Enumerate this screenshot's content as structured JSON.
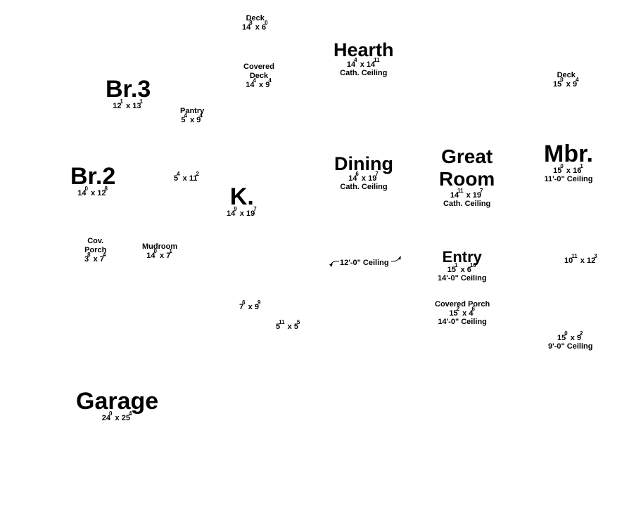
{
  "rooms": {
    "deck_top": {
      "name": "Deck",
      "w": "14",
      "w_in": "8",
      "h": "6",
      "h_in": "0"
    },
    "covered_deck": {
      "name": "Covered\nDeck",
      "line1": "Covered",
      "line2": "Deck",
      "w": "14",
      "w_in": "4",
      "h": "9",
      "h_in": "4"
    },
    "hearth": {
      "name": "Hearth",
      "w": "14",
      "w_in": "4",
      "h": "14",
      "h_in": "11",
      "note": "Cath. Ceiling"
    },
    "deck_right": {
      "name": "Deck",
      "w": "15",
      "w_in": "0",
      "h": "9",
      "h_in": "4"
    },
    "br3": {
      "name": "Br.3",
      "w": "12",
      "w_in": "1",
      "h": "13",
      "h_in": "1"
    },
    "pantry": {
      "name": "Pantry",
      "w": "5",
      "w_in": "4",
      "h": "9",
      "h_in": "4"
    },
    "br2": {
      "name": "Br.2",
      "w": "14",
      "w_in": "0",
      "h": "12",
      "h_in": "8"
    },
    "closet1": {
      "w": "5",
      "w_in": "4",
      "h": "11",
      "h_in": "2"
    },
    "kitchen": {
      "name": "K.",
      "w": "14",
      "w_in": "9",
      "h": "19",
      "h_in": "7"
    },
    "dining": {
      "name": "Dining",
      "w": "14",
      "w_in": "6",
      "h": "19",
      "h_in": "7",
      "note": "Cath. Ceiling"
    },
    "great_room": {
      "line1": "Great",
      "line2": "Room",
      "w": "14",
      "w_in": "11",
      "h": "19",
      "h_in": "7",
      "note": "Cath. Ceiling"
    },
    "mbr": {
      "name": "Mbr.",
      "w": "15",
      "w_in": "0",
      "h": "16",
      "h_in": "1",
      "note": "11'-0\" Ceiling"
    },
    "cov_porch": {
      "line1": "Cov.",
      "line2": "Porch",
      "w": "3",
      "w_in": "8",
      "h": "7",
      "h_in": "4"
    },
    "mudroom": {
      "name": "Mudroom",
      "w": "14",
      "w_in": "0",
      "h": "7",
      "h_in": "1"
    },
    "hall_ceiling": {
      "note": "12'-0\" Ceiling"
    },
    "entry": {
      "name": "Entry",
      "w": "15",
      "w_in": "1",
      "h": "6",
      "h_in": "10",
      "note": "14'-0\" Ceiling"
    },
    "closet_right": {
      "w": "10",
      "w_in": "11",
      "h": "12",
      "h_in": "3"
    },
    "room_7x9": {
      "w": "7",
      "w_in": "6",
      "h": "9",
      "h_in": "9"
    },
    "room_5x5": {
      "w": "5",
      "w_in": "11",
      "h": "5",
      "h_in": "5"
    },
    "covered_porch": {
      "name": "Covered Porch",
      "w": "15",
      "w_in": "2",
      "h": "4",
      "h_in": "6",
      "note": "14'-0\" Ceiling"
    },
    "room_15x9": {
      "w": "15",
      "w_in": "0",
      "h": "9",
      "h_in": "2",
      "note": "9'-0\" Ceiling"
    },
    "garage": {
      "name": "Garage",
      "w": "24",
      "w_in": "0",
      "h": "25",
      "h_in": "4"
    }
  },
  "sep": "x"
}
